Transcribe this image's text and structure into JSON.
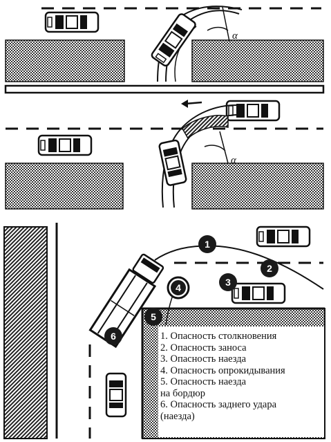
{
  "angle_symbol": "α",
  "markers": [
    "1",
    "2",
    "3",
    "4",
    "5",
    "6"
  ],
  "legend": [
    "1. Опасность столкновения",
    "2. Опасность заноса",
    "3. Опасность наезда",
    "4. Опасность опрокидывания",
    "5. Опасность наезда",
    "на бордюр",
    "6. Опасность заднего удара",
    "(наезда)"
  ],
  "colors": {
    "ink": "#111111",
    "paper": "#ffffff",
    "hatch": "#555555",
    "marker": "#1a1a1a"
  }
}
